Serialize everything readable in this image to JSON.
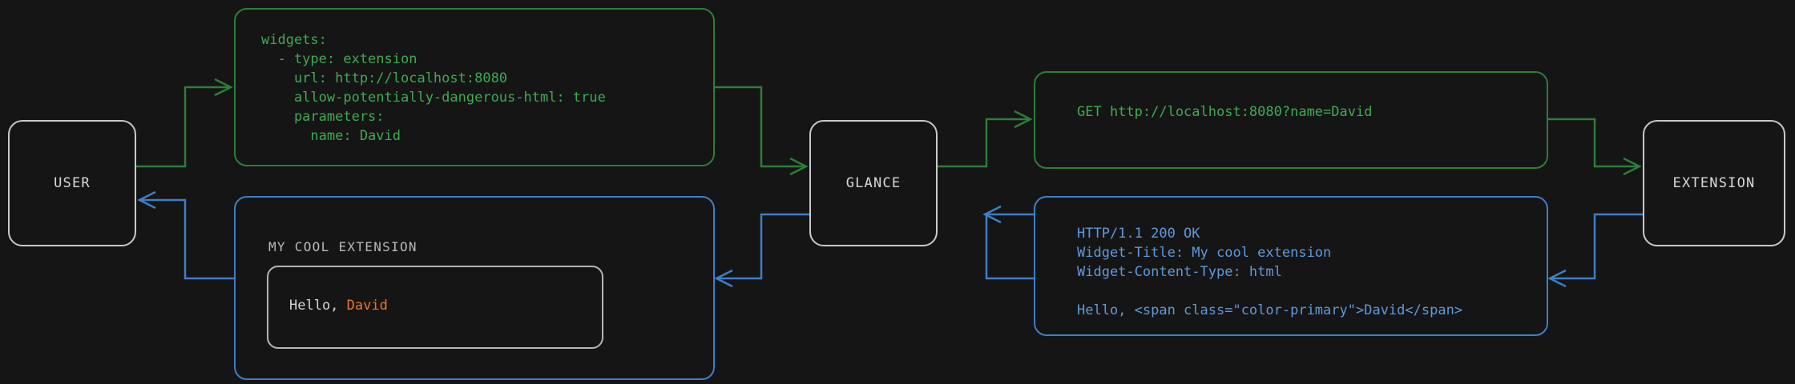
{
  "diagram": {
    "background_color": "#151515",
    "request_color": "#3faa52",
    "response_color": "#5e9ada",
    "node_border_color": "#c9c9c9",
    "accent_color": "#f0752b"
  },
  "nodes": {
    "user": "USER",
    "glance": "GLANCE",
    "extension": "EXTENSION"
  },
  "panels": {
    "yaml_config": "widgets:\n  - type: extension\n    url: http://localhost:8080\n    allow-potentially-dangerous-html: true\n    parameters:\n      name: David",
    "http_request": "GET http://localhost:8080?name=David",
    "http_response": "HTTP/1.1 200 OK\nWidget-Title: My cool extension\nWidget-Content-Type: html\n\nHello, <span class=\"color-primary\">David</span>",
    "widget": {
      "title": "MY COOL EXTENSION",
      "body_prefix": "Hello, ",
      "body_accent": "David"
    }
  }
}
